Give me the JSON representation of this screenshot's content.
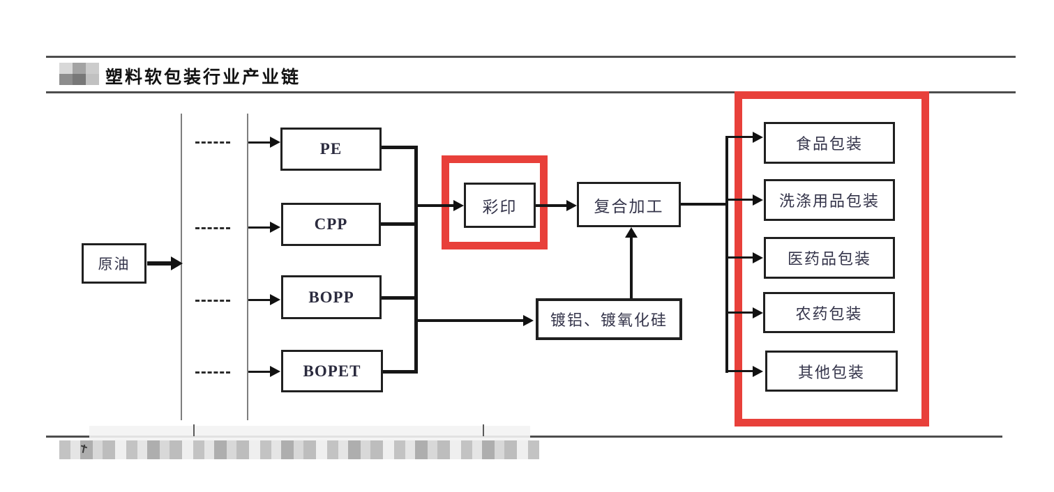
{
  "page": {
    "title": "塑料软包装行业产业链"
  },
  "diagram": {
    "crude_oil": "原油",
    "films": [
      "PE",
      "CPP",
      "BOPP",
      "BOPET"
    ],
    "printing": "彩印",
    "lamination": "复合加工",
    "coating": "镀铝、镀氧化硅",
    "applications": [
      "食品包装",
      "洗涤用品包装",
      "医药品包装",
      "农药包装",
      "其他包装"
    ],
    "highlight_color": "#e8403a",
    "redactions": [
      "header-logo-mosaic",
      "source-line-mosaic"
    ]
  }
}
